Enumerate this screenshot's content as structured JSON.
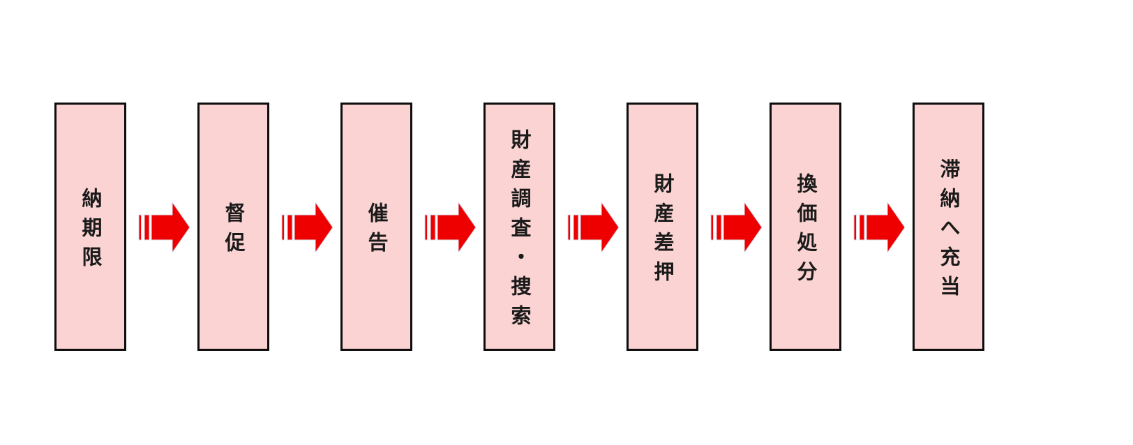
{
  "diagram": {
    "type": "flowchart",
    "direction": "left-to-right",
    "background": "#FFFFFF",
    "colors": {
      "box_fill": "#FBD3D3",
      "box_border": "#0D0D0D",
      "arrow_red": "#EE0000",
      "label_text": "#1A1A1A"
    },
    "arrow_icon": "striped-right-arrow",
    "steps": [
      {
        "label": "納期限"
      },
      {
        "label": "督促"
      },
      {
        "label": "催告"
      },
      {
        "label": "財産調査・捜索"
      },
      {
        "label": "財産差押"
      },
      {
        "label": "換価処分"
      },
      {
        "label": "滞納へ充当"
      }
    ]
  }
}
